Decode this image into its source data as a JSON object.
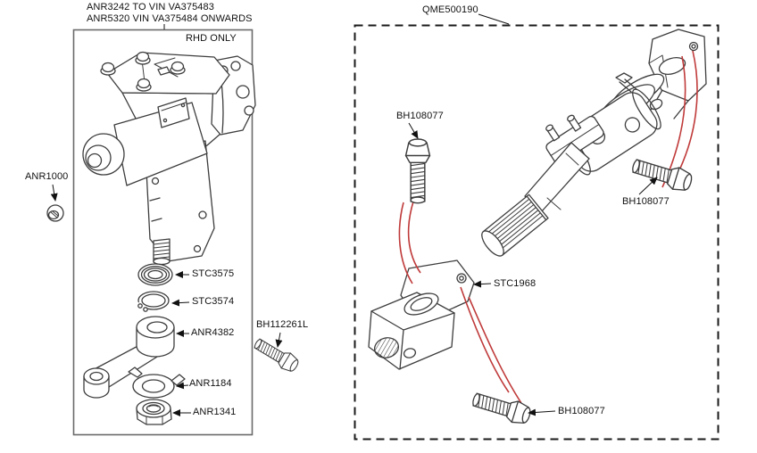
{
  "diagram": {
    "vin_note": {
      "line1": "ANR3242 TO VIN VA375483",
      "line2": "ANR5320 VIN VA375484 ONWARDS"
    },
    "left_panel": {
      "note": "RHD ONLY",
      "labels": {
        "anr1000": "ANR1000",
        "stc3575": "STC3575",
        "stc3574": "STC3574",
        "anr4382": "ANR4382",
        "anr1184": "ANR1184",
        "anr1341": "ANR1341",
        "bh112261l": "BH112261L"
      }
    },
    "right_panel": {
      "assembly": "QME500190",
      "labels": {
        "bolt_top": "BH108077",
        "bolt_right": "BH108077",
        "joint": "STC1968",
        "bolt_bottom": "BH108077"
      }
    },
    "colors": {
      "line_art": "#3d3d3d",
      "red_leader": "#c03a3a",
      "text": "#111111",
      "solid_border": "#6a6a6a",
      "dashed_border": "#1a1a1a",
      "background": "#ffffff"
    }
  }
}
